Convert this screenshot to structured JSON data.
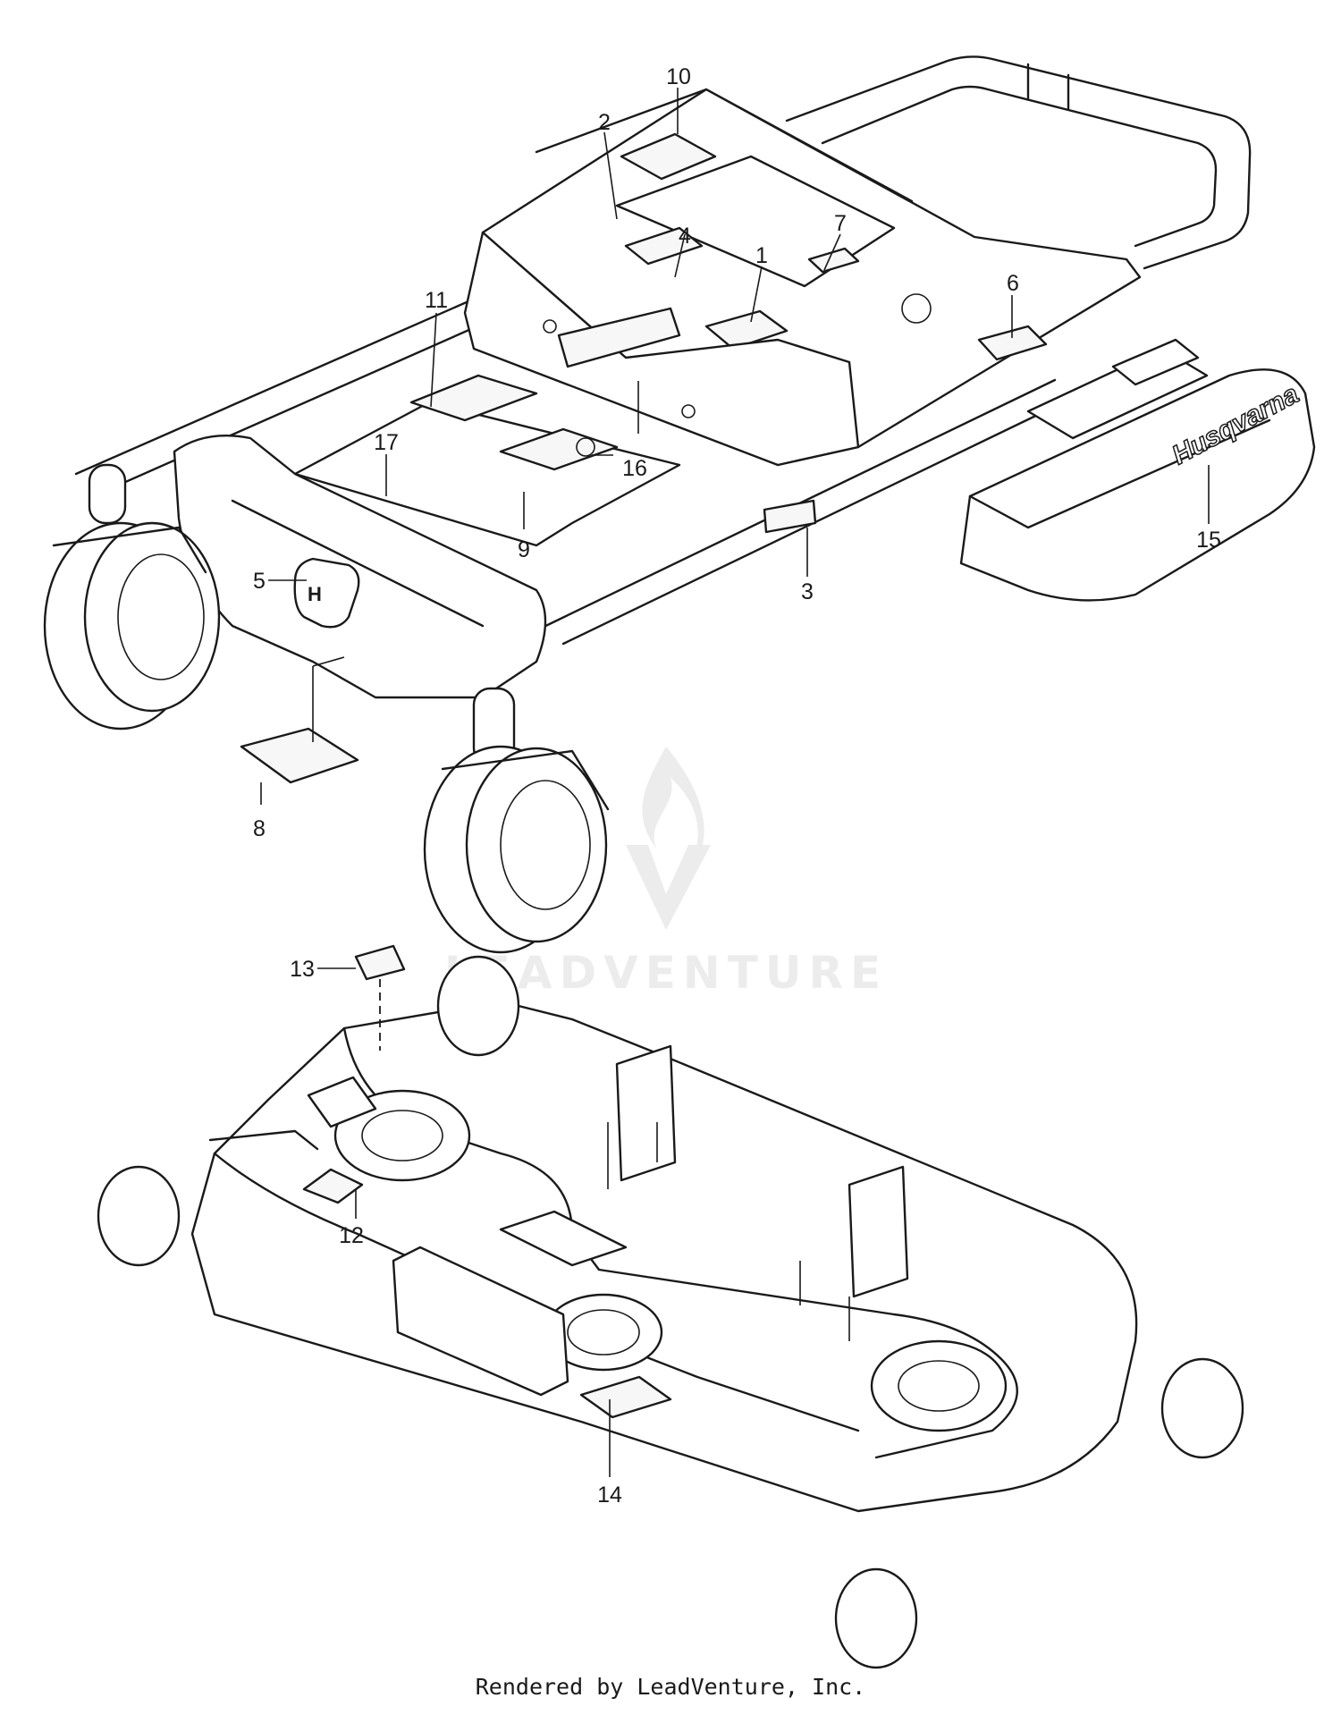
{
  "callouts": [
    {
      "id": "1",
      "label": "1"
    },
    {
      "id": "2",
      "label": "2"
    },
    {
      "id": "3",
      "label": "3"
    },
    {
      "id": "4",
      "label": "4"
    },
    {
      "id": "5",
      "label": "5"
    },
    {
      "id": "6",
      "label": "6"
    },
    {
      "id": "7",
      "label": "7"
    },
    {
      "id": "8",
      "label": "8"
    },
    {
      "id": "9",
      "label": "9"
    },
    {
      "id": "10",
      "label": "10"
    },
    {
      "id": "11",
      "label": "11"
    },
    {
      "id": "12",
      "label": "12"
    },
    {
      "id": "13",
      "label": "13"
    },
    {
      "id": "14",
      "label": "14"
    },
    {
      "id": "15",
      "label": "15"
    },
    {
      "id": "16",
      "label": "16"
    },
    {
      "id": "17",
      "label": "17"
    }
  ],
  "brand_text": "Husqvarna",
  "watermark": "LEADVENTURE",
  "footer": "Rendered by LeadVenture, Inc.",
  "colors": {
    "line": "#1a1a1a",
    "watermark": "#ececec",
    "background": "#ffffff"
  }
}
